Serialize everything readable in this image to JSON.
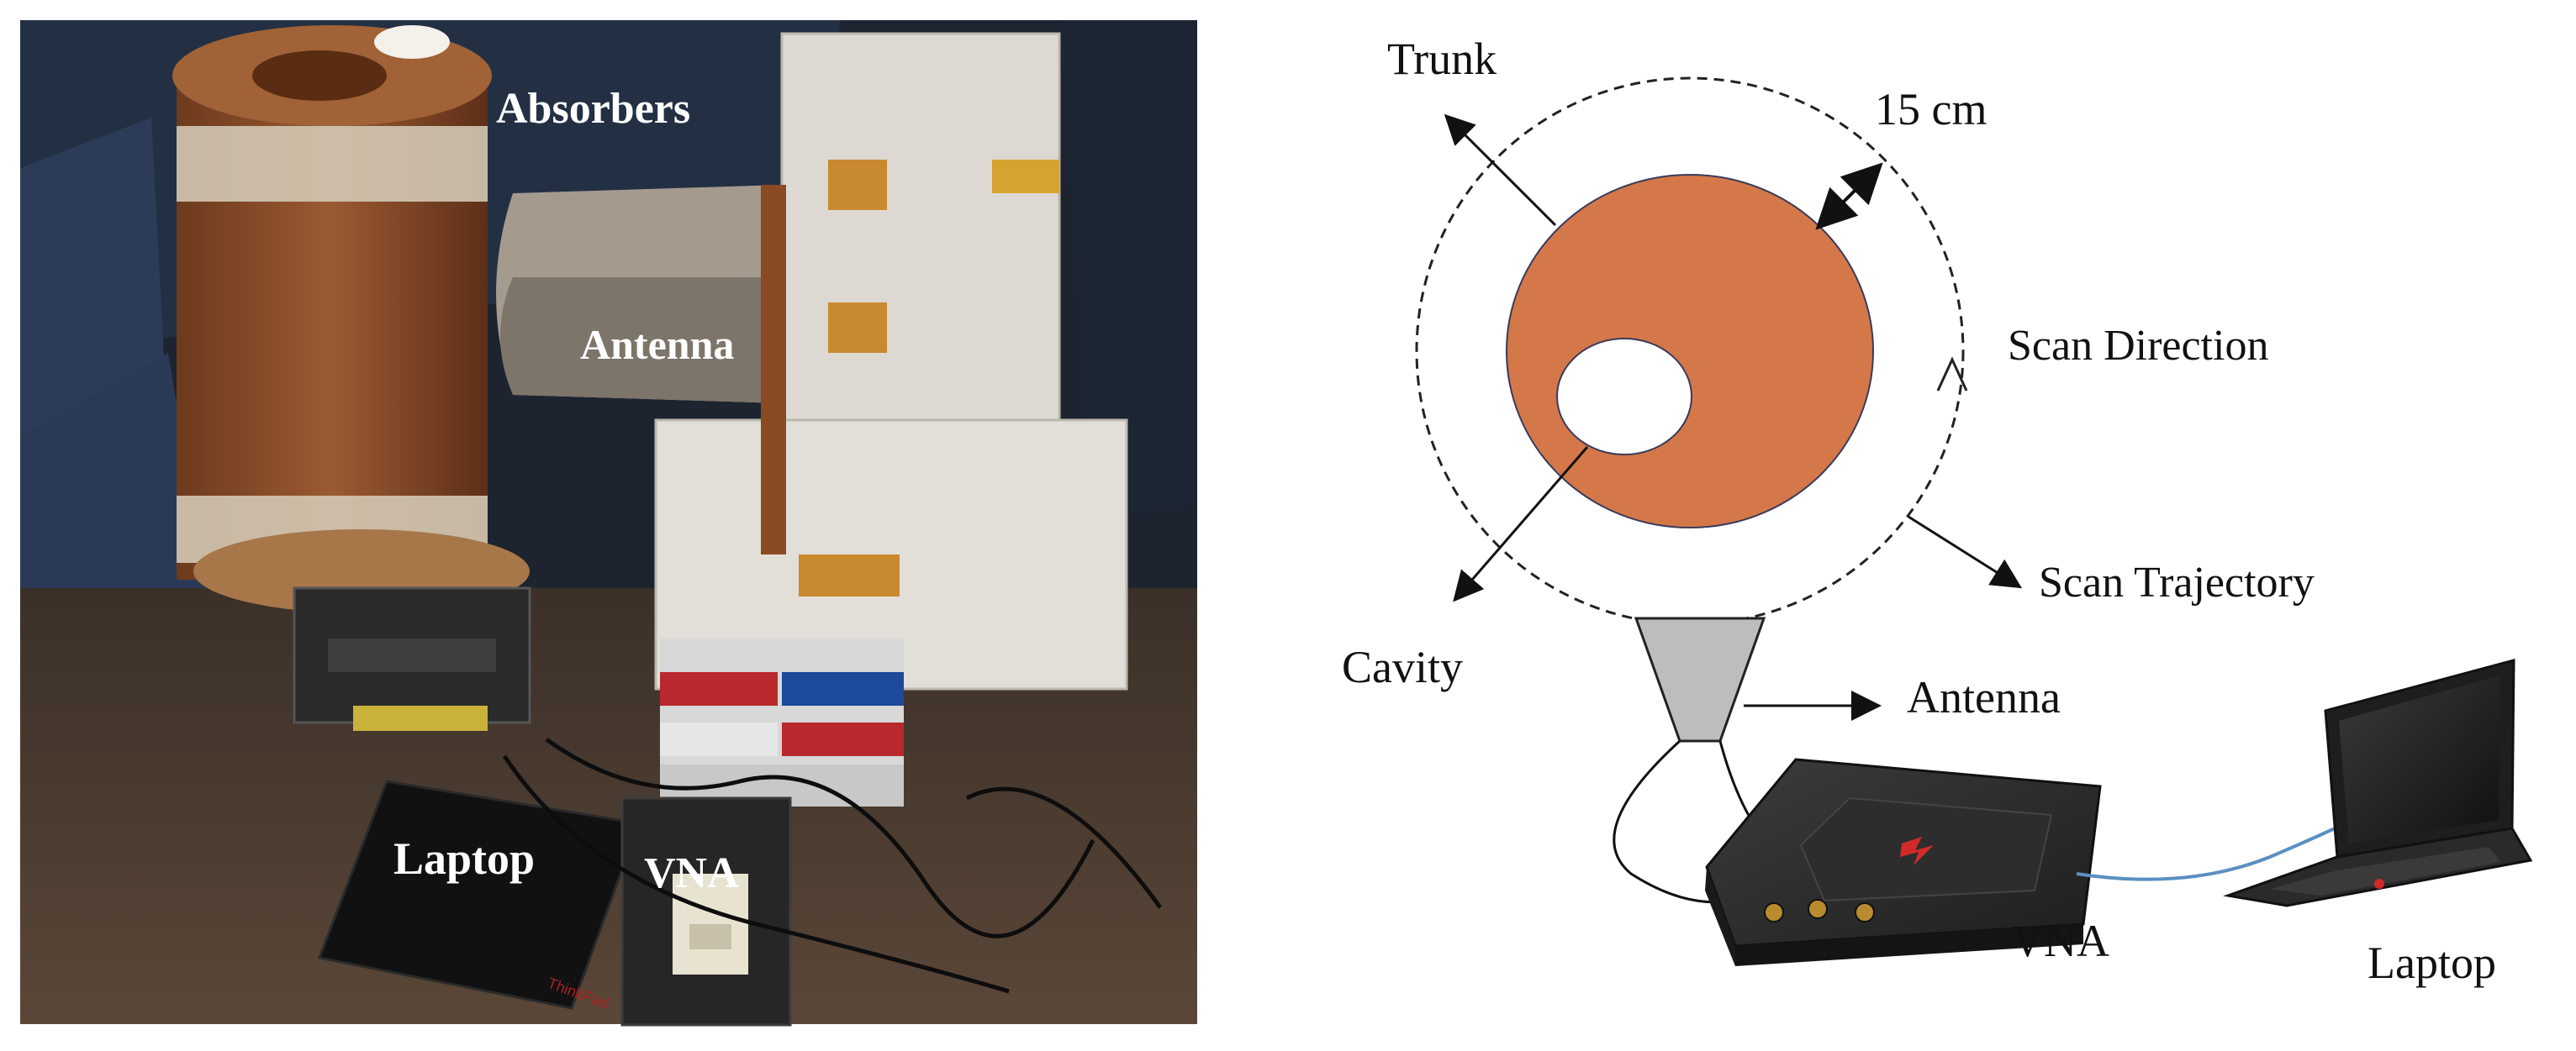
{
  "photo": {
    "labels": {
      "absorbers": "Absorbers",
      "antenna": "Antenna",
      "laptop": "Laptop",
      "vna": "VNA"
    }
  },
  "diagram": {
    "labels": {
      "trunk": "Trunk",
      "distance": "15 cm",
      "scan_direction": "Scan Direction",
      "scan_trajectory": "Scan Trajectory",
      "cavity": "Cavity",
      "antenna": "Antenna",
      "vna": "VNA",
      "laptop": "Laptop"
    }
  },
  "colors": {
    "trunk_fill": "#d4784a",
    "antenna_fill": "#bdbdbd",
    "vna_body": "#2b2b2b",
    "vna_logo": "#d12a2a",
    "laptop_body": "#252525",
    "cable_blue": "#5a8fc1",
    "photo_background": "#1d2430",
    "wood": "#8b4f2a",
    "foam": "#ddd9d2"
  },
  "icons": {
    "photo": "experimental-setup-photo",
    "trunk": "trunk-cross-section-icon",
    "antenna": "horn-antenna-icon",
    "vna": "vna-device-icon",
    "laptop": "laptop-icon"
  }
}
